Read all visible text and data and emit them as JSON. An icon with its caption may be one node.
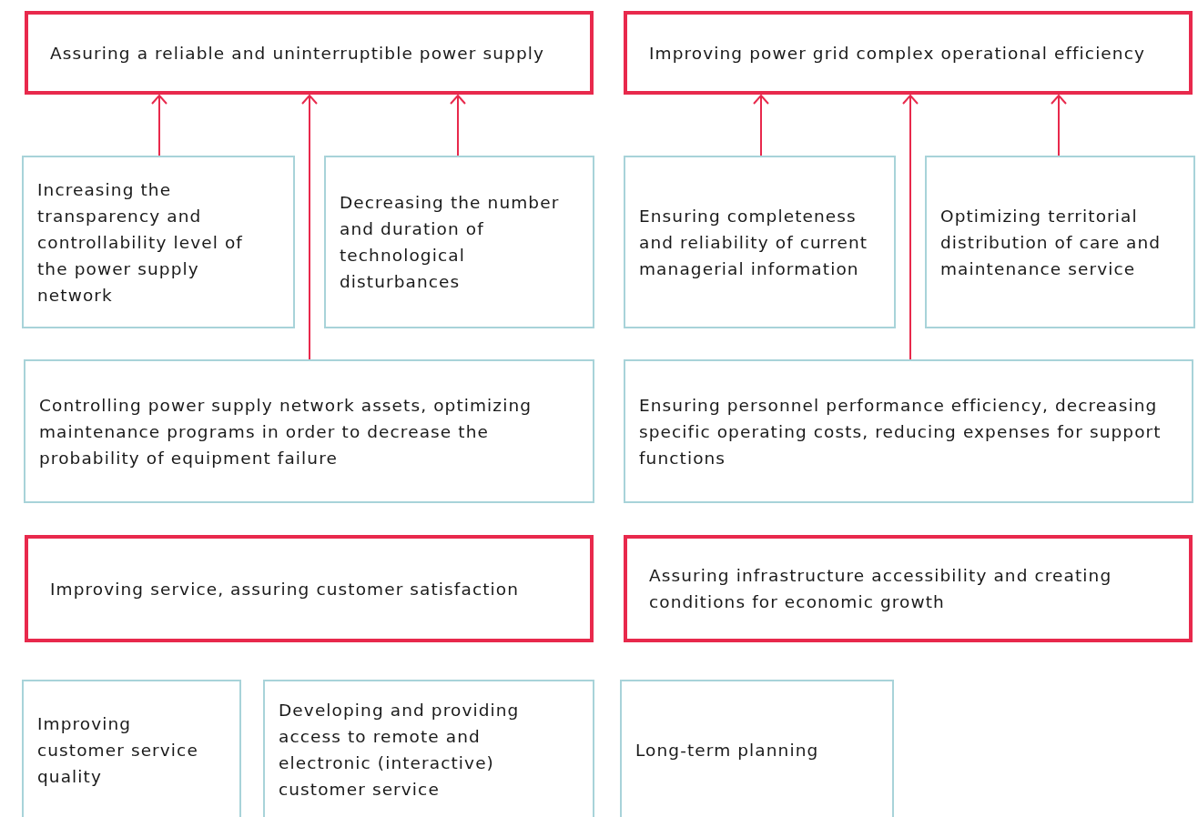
{
  "diagram": {
    "nodes": [
      {
        "text": [
          "Assuring a reliable and uninterruptible power supply"
        ]
      },
      {
        "text": [
          "Improving power grid complex operational efficiency"
        ]
      },
      {
        "text": [
          "Increasing the transparency and controllability level of the power supply network"
        ]
      },
      {
        "text": [
          "Decreasing the number and duration of technological disturbances"
        ]
      },
      {
        "text": [
          "Ensuring completeness and reliability of current managerial information"
        ]
      },
      {
        "text": [
          "Optimizing territorial distribution of care and maintenance service"
        ]
      },
      {
        "text": [
          "Controlling power supply network assets, optimizing maintenance programs in order to decrease the probability of equipment failure"
        ]
      },
      {
        "text": [
          "Ensuring personnel performance efficiency, decreasing specific operating costs, reducing expenses for support functions"
        ]
      },
      {
        "text": [
          "Improving service, assuring customer satisfaction"
        ]
      },
      {
        "text": [
          "Assuring infrastructure accessibility and creating conditions for economic growth"
        ]
      },
      {
        "text": [
          "Improving customer service quality"
        ]
      },
      {
        "text": [
          "Developing and providing access to remote and electronic (interactive) customer service"
        ]
      },
      {
        "text": [
          "Long-term planning"
        ]
      }
    ],
    "edges": [
      {
        "from": 2,
        "to": 0,
        "arrow": "to"
      },
      {
        "from": 6,
        "to": 0,
        "arrow": "to"
      },
      {
        "from": 3,
        "to": 0,
        "arrow": "to"
      },
      {
        "from": 4,
        "to": 1,
        "arrow": "to"
      },
      {
        "from": 7,
        "to": 1,
        "arrow": "to"
      },
      {
        "from": 5,
        "to": 1,
        "arrow": "to"
      }
    ]
  }
}
